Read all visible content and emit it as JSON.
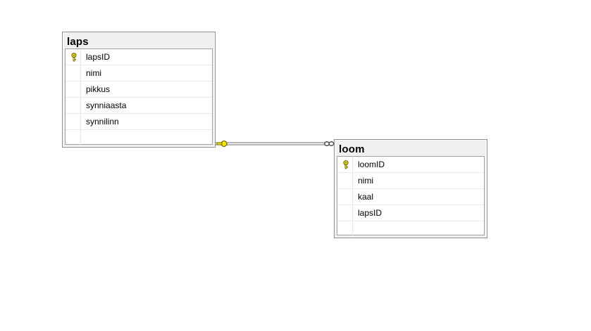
{
  "tables": {
    "laps": {
      "title": "laps",
      "columns": [
        {
          "name": "lapsID",
          "primary_key": true
        },
        {
          "name": "nimi",
          "primary_key": false
        },
        {
          "name": "pikkus",
          "primary_key": false
        },
        {
          "name": "synniaasta",
          "primary_key": false
        },
        {
          "name": "synnilinn",
          "primary_key": false
        }
      ]
    },
    "loom": {
      "title": "loom",
      "columns": [
        {
          "name": "loomID",
          "primary_key": true
        },
        {
          "name": "nimi",
          "primary_key": false
        },
        {
          "name": "kaal",
          "primary_key": false
        },
        {
          "name": "lapsID",
          "primary_key": false
        }
      ]
    }
  },
  "relationship": {
    "from_table": "laps",
    "to_table": "loom",
    "from_end": "key-one",
    "to_end": "infinity-many"
  },
  "colors": {
    "key_fill": "#f2e600",
    "key_stroke": "#5a5000",
    "border": "#8c8c8c",
    "header_bg": "#f0f0f0"
  }
}
